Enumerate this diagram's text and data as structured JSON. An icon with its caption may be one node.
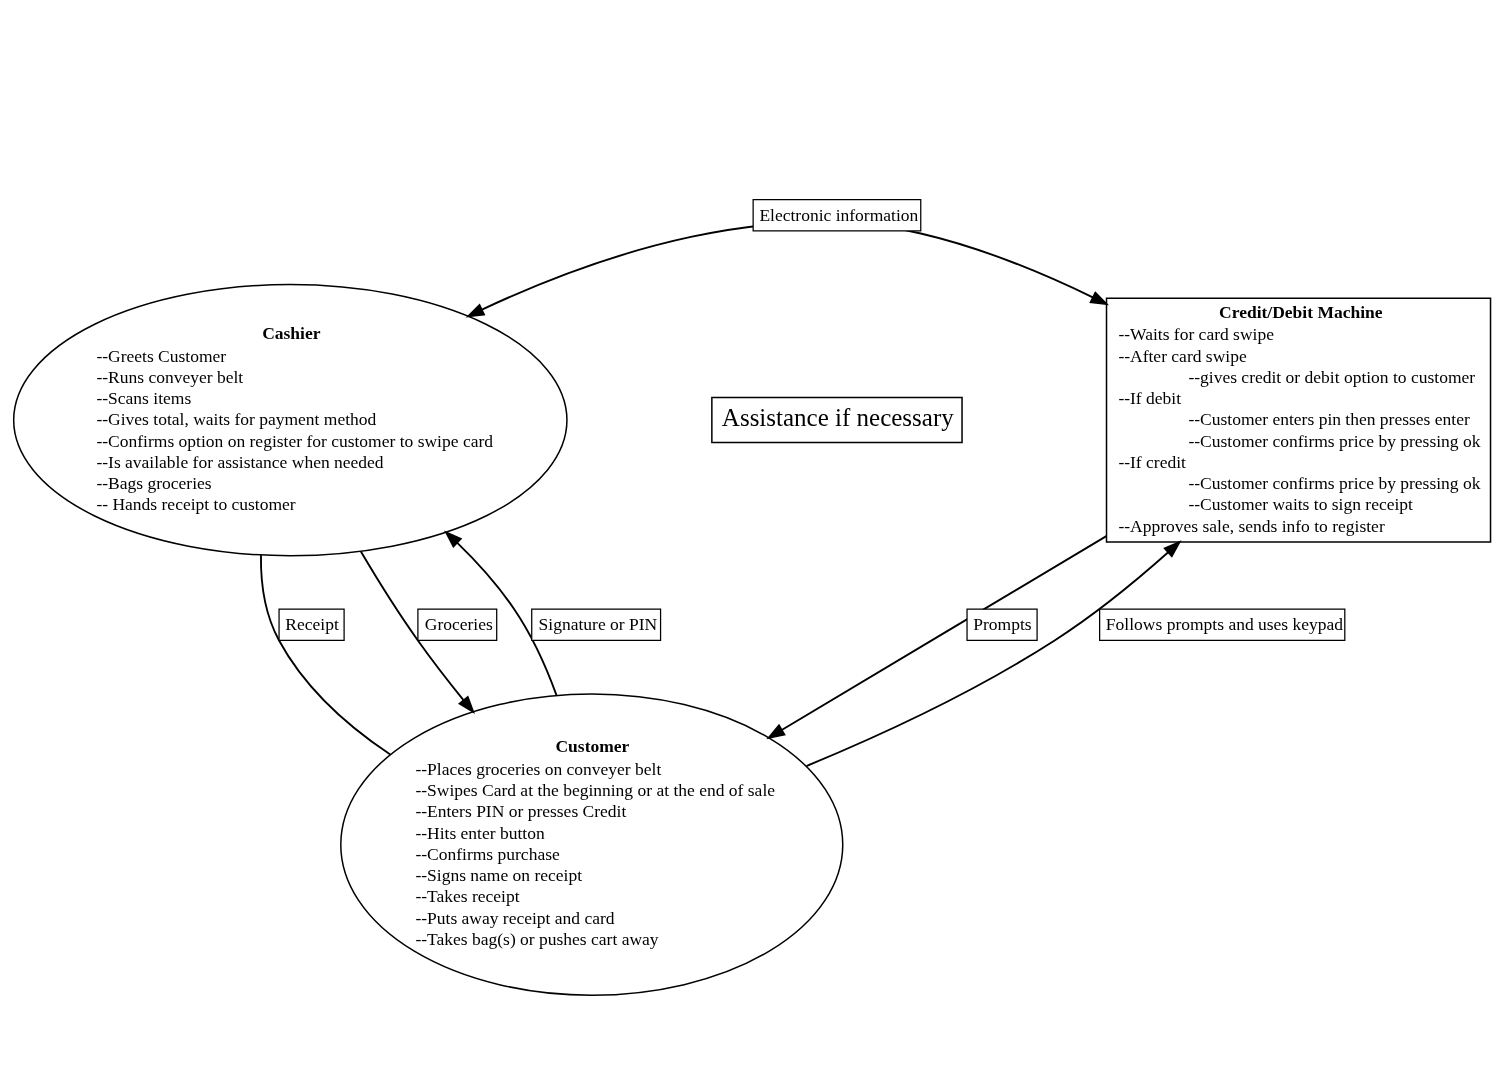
{
  "diagram": {
    "nodes": [
      {
        "text": [
          "Cashier",
          "--Greets Customer",
          "--Runs conveyer belt",
          "--Scans items",
          "--Gives total, waits for payment method",
          "--Confirms option on register for customer to swipe card",
          "--Is available for assistance when needed",
          "--Bags groceries",
          "-- Hands receipt to customer"
        ]
      },
      {
        "text": [
          "Credit/Debit Machine",
          "--Waits for card swipe",
          "--After card swipe",
          "--gives credit or debit option to customer",
          "--If debit",
          "--Customer enters pin then presses enter",
          "--Customer confirms price by pressing ok",
          "--If credit",
          "--Customer confirms price by pressing ok",
          "--Customer waits to sign receipt",
          "--Approves sale, sends info to register"
        ]
      },
      {
        "text": [
          "Customer",
          "--Places groceries on conveyer belt",
          "--Swipes Card at the beginning or at the end of sale",
          "--Enters PIN or presses Credit",
          "--Hits enter button",
          "--Confirms purchase",
          "--Signs name on receipt",
          "--Takes receipt",
          "--Puts away receipt and card",
          "--Takes bag(s) or pushes cart away"
        ]
      },
      {
        "text": [
          "Assistance if necessary"
        ]
      }
    ],
    "edges": [
      {
        "from": 0,
        "to": 1,
        "arrow": "both",
        "label": "Electronic information"
      },
      {
        "from": 2,
        "to": 0,
        "arrow": "to",
        "label": "Signature or PIN"
      },
      {
        "from": 1,
        "to": 2,
        "arrow": "to",
        "label": "Prompts"
      },
      {
        "from": 2,
        "to": 1,
        "arrow": "to",
        "label": "Follows prompts and uses keypad"
      },
      {
        "from": 0,
        "to": 2,
        "arrow": "none",
        "label": "Receipt"
      },
      {
        "from": 0,
        "to": 2,
        "arrow": "to",
        "label": "Groceries"
      }
    ]
  }
}
